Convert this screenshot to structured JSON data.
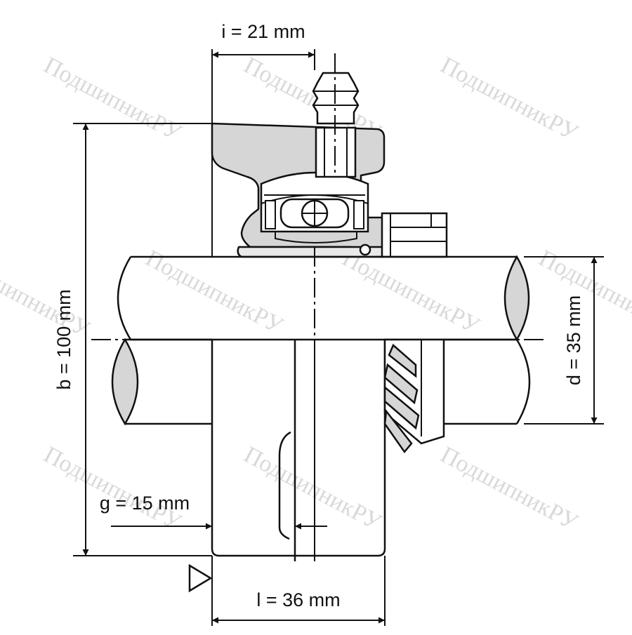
{
  "dimensions": {
    "i": "i = 21 mm",
    "b": "b = 100 mm",
    "d": "d = 35 mm",
    "g": "g = 15 mm",
    "l": "l = 36 mm"
  },
  "watermark": "ПодшипникРУ",
  "colors": {
    "line": "#111111",
    "fill": "#d6d6d6",
    "watermark": "#d9d9d9"
  }
}
